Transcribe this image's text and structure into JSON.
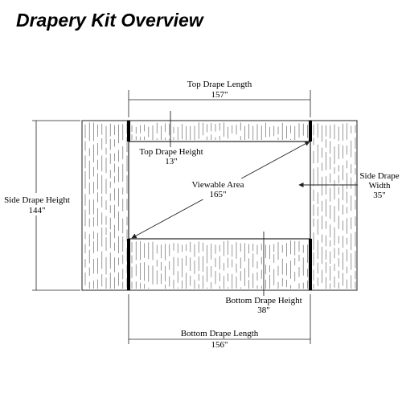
{
  "title": "Drapery Kit Overview",
  "colors": {
    "line": "#222222",
    "panel": "#ffffff",
    "post": "#000000"
  },
  "labels": {
    "top_length": {
      "name": "Top Drape Length",
      "value": "157\""
    },
    "top_height": {
      "name": "Top Drape Height",
      "value": "13\""
    },
    "viewable": {
      "name": "Viewable Area",
      "value": "165\""
    },
    "side_width": {
      "name1": "Side Drape",
      "name2": "Width",
      "value": "35\""
    },
    "side_height": {
      "name": "Side Drape Height",
      "value": "144\""
    },
    "bottom_height": {
      "name": "Bottom Drape Height",
      "value": "38\""
    },
    "bottom_length": {
      "name": "Bottom Drape Length",
      "value": "156\""
    }
  }
}
